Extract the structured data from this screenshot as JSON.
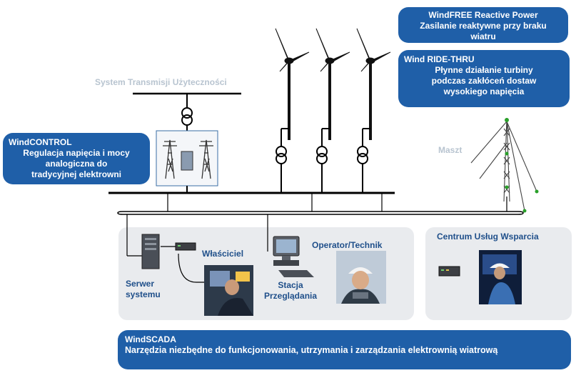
{
  "windfree": {
    "title": "WindFREE Reactive Power",
    "line1": "Zasilanie reaktywne przy braku",
    "line2": "wiatru"
  },
  "ridethru": {
    "title": "Wind RIDE-THRU",
    "line1": "Płynne działanie turbiny",
    "line2": "podczas zakłóceń dostaw",
    "line3": "wysokiego napięcia"
  },
  "windcontrol": {
    "title": "WindCONTROL",
    "line1": "Regulacja napięcia i mocy",
    "line2": "analogiczna do",
    "line3": "tradycyjnej elektrowni"
  },
  "utility": "System Transmisji Użyteczności",
  "mast": "Maszt",
  "owner": "Właściciel",
  "operator": "Operator/Technik",
  "support": "Centrum Usług Wsparcia",
  "server": {
    "line1": "Serwer",
    "line2": "systemu"
  },
  "station": {
    "line1": "Stacja",
    "line2": "Przeglądania"
  },
  "windscada": {
    "title": "WindSCADA",
    "desc": "Narzędzia niezbędne do funkcjonowania, utrzymania i zarządzania elektrownią wiatrową"
  },
  "colors": {
    "pill": "#1f5fa8",
    "panel": "#e9ebee",
    "line": "#000000",
    "label_gray": "#b8c4d0"
  }
}
